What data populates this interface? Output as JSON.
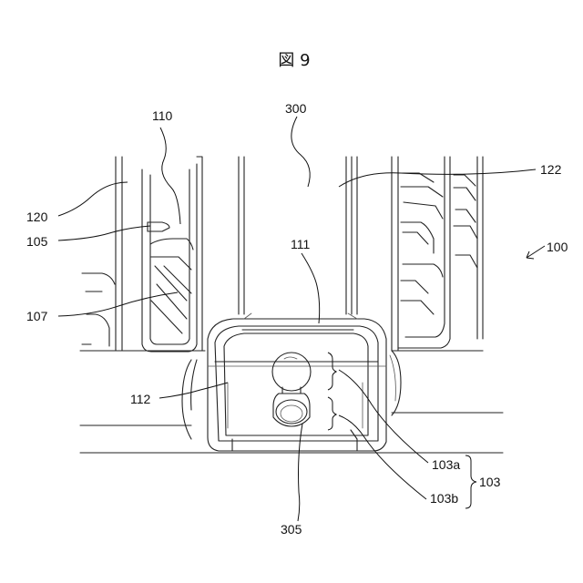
{
  "figure_title": "図 9",
  "labels": {
    "l300": "300",
    "l110": "110",
    "l122": "122",
    "l120": "120",
    "l105": "105",
    "l107": "107",
    "l111": "111",
    "l100": "100",
    "l112": "112",
    "l103a": "103a",
    "l103b": "103b",
    "l103": "103",
    "l305": "305"
  }
}
